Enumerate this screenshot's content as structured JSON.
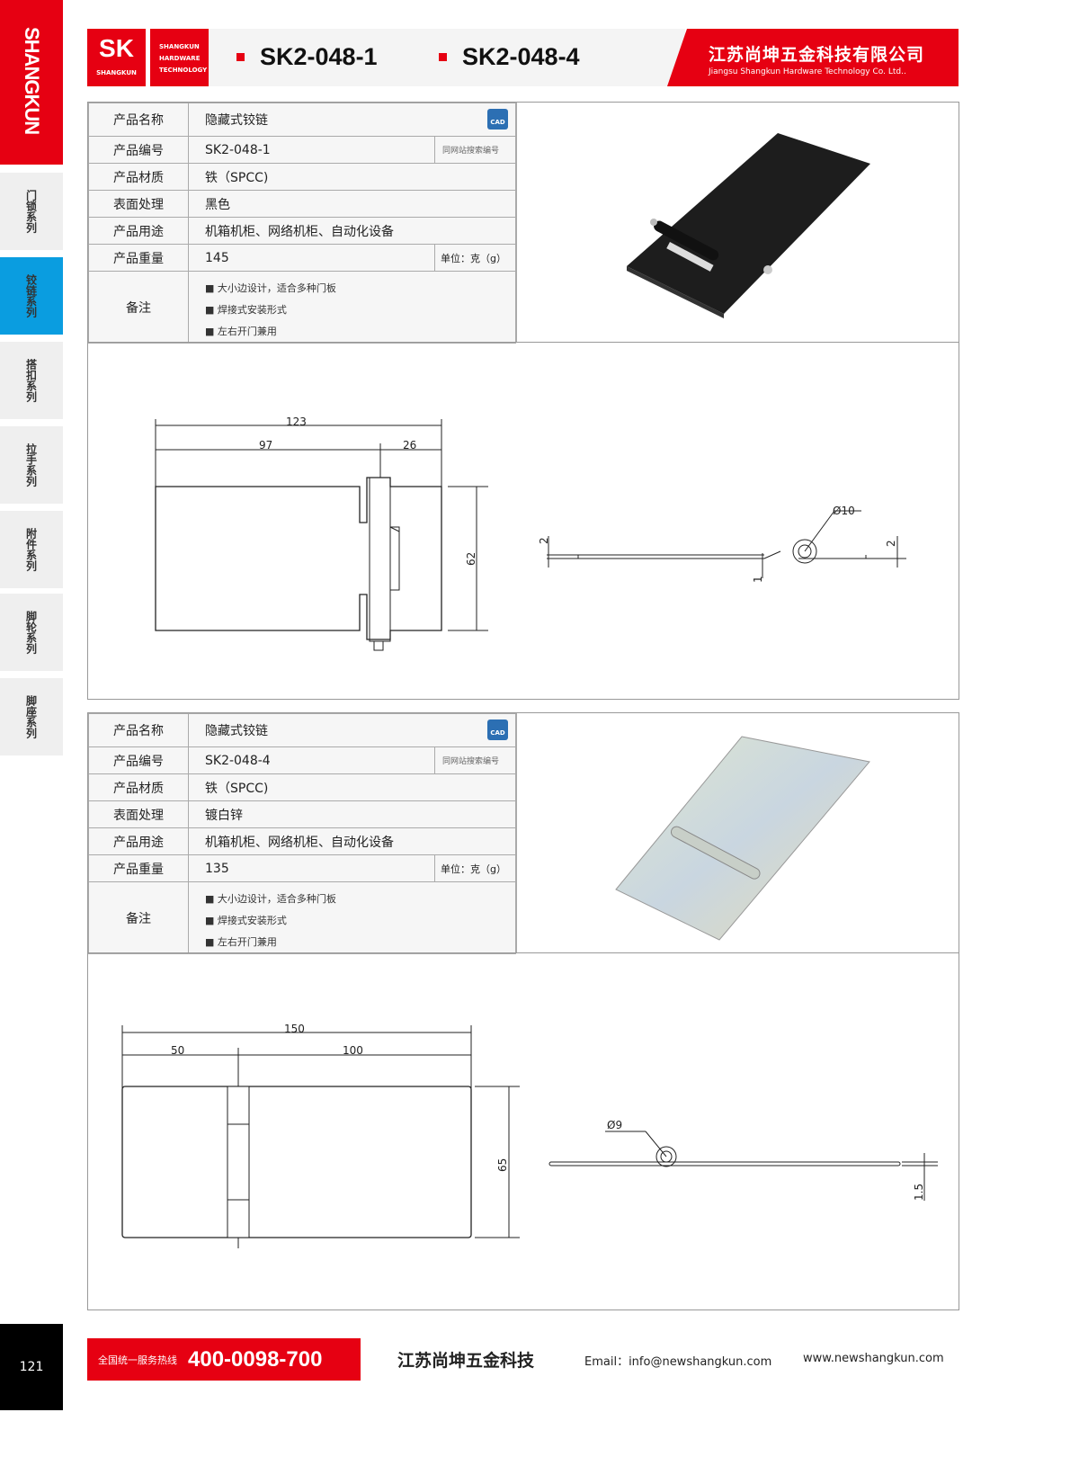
{
  "sidebar": {
    "brand": "SHANGKUN",
    "tabs": [
      "门锁系列",
      "铰链系列",
      "搭扣系列",
      "拉手系列",
      "附件系列",
      "脚轮系列",
      "脚座系列"
    ],
    "active": 1,
    "page_number": "121"
  },
  "header": {
    "logo_text": "SK",
    "logo_sub": "SHANGKUN",
    "logo_lines": [
      "SHANGKUN",
      "HARDWARE",
      "TECHNOLOGY"
    ],
    "models": [
      "SK2-048-1",
      "SK2-048-4"
    ],
    "company_cn": "江苏尚坤五金科技有限公司",
    "company_en": "Jiangsu Shangkun Hardware Technology Co. Ltd.."
  },
  "labels": {
    "name": "产品名称",
    "code": "产品编号",
    "material": "产品材质",
    "finish": "表面处理",
    "use": "产品用途",
    "weight": "产品重量",
    "note": "备注",
    "search_hint": "同网站搜索编号",
    "unit": "单位：克（g）",
    "cad": "CAD"
  },
  "products": [
    {
      "name": "隐藏式铰链",
      "code": "SK2-048-1",
      "material": "铁（SPCC)",
      "finish": "黑色",
      "use": "机箱机柜、网络机柜、自动化设备",
      "weight": "145",
      "notes": [
        "大小边设计，适合多种门板",
        "焊接式安装形式",
        "左右开门兼用"
      ],
      "dims": {
        "total": "123",
        "left": "97",
        "right": "26",
        "height": "62",
        "pin": "Ø10",
        "thick1": "2",
        "thick2": "2",
        "gap": "1"
      }
    },
    {
      "name": "隐藏式铰链",
      "code": "SK2-048-4",
      "material": "铁（SPCC)",
      "finish": "镀白锌",
      "use": "机箱机柜、网络机柜、自动化设备",
      "weight": "135",
      "notes": [
        "大小边设计，适合多种门板",
        "焊接式安装形式",
        "左右开门兼用"
      ],
      "dims": {
        "total": "150",
        "left": "50",
        "right": "100",
        "height": "65",
        "pin": "Ø9",
        "thick": "1.5"
      }
    }
  ],
  "footer": {
    "hotline_label": "全国统一服务热线",
    "hotline": "400-0098-700",
    "company": "江苏尚坤五金科技",
    "email": "Email：info@newshangkun.com",
    "web": "www.newshangkun.com"
  },
  "colors": {
    "brand_red": "#e60012",
    "active_tab": "#0a9de0"
  }
}
